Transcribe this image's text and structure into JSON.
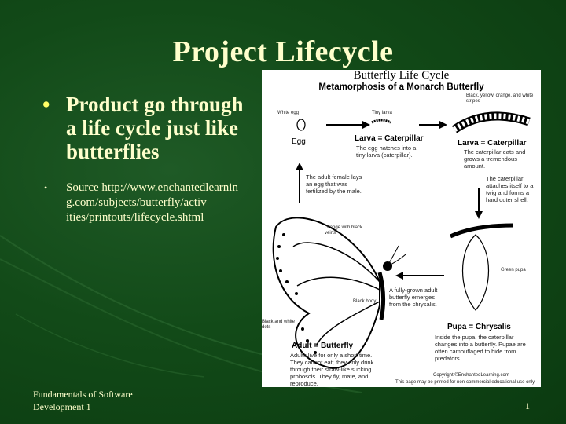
{
  "slide": {
    "title": "Project Lifecycle",
    "bullets": [
      {
        "text": "Product go through a life cycle just like butterflies"
      },
      {
        "text": "Source http://www.enchantedlearnin g.com/subjects/butterfly/activ ities/printouts/lifecycle.shtml"
      }
    ],
    "footer_left_line1": "Fundamentals of Software",
    "footer_left_line2": "Development 1",
    "page_number": "1"
  },
  "diagram": {
    "title": "Butterfly Life Cycle",
    "subtitle": "Metamorphosis of a Monarch Butterfly",
    "egg_tiny": "White egg",
    "egg_label": "Egg",
    "larva_small_tiny": "Tiny larva",
    "larva_label": "Larva = Caterpillar",
    "larva_desc": "The egg hatches into a tiny larva (caterpillar).",
    "larva_big_tiny": "Black, yellow, orange, and white stripes",
    "larva_big_label": "Larva = Caterpillar",
    "larva_big_desc": "The caterpillar eats and grows a tremendous amount.",
    "adult_lay_desc": "The adult female lays an egg that was fertilized by the male.",
    "caterpillar_attach_desc": "The caterpillar attaches itself to a twig and forms a hard outer shell.",
    "wing_tiny": "Orange with black veins",
    "spots_tiny": "Black and white dots",
    "green_pupa": "Green pupa",
    "emerge_desc": "A fully-grown adult butterfly emerges from the chrysalis.",
    "black_body": "Black body",
    "pupa_label": "Pupa = Chrysalis",
    "pupa_desc": "Inside the pupa, the caterpillar changes into a butterfly. Pupae are often camouflaged to hide from predators.",
    "adult_label": "Adult = Butterfly",
    "adult_desc": "Adults live for only a short time. They cannot eat; they only drink through their straw-like sucking proboscis. They fly, mate, and reproduce.",
    "copyright": "Copyright ©EnchantedLearning.com",
    "copyright2": "This page may be printed for non-commercial educational use only."
  },
  "colors": {
    "background": "#124a18",
    "text": "#ffffcc",
    "bullet": "#ffff66"
  }
}
